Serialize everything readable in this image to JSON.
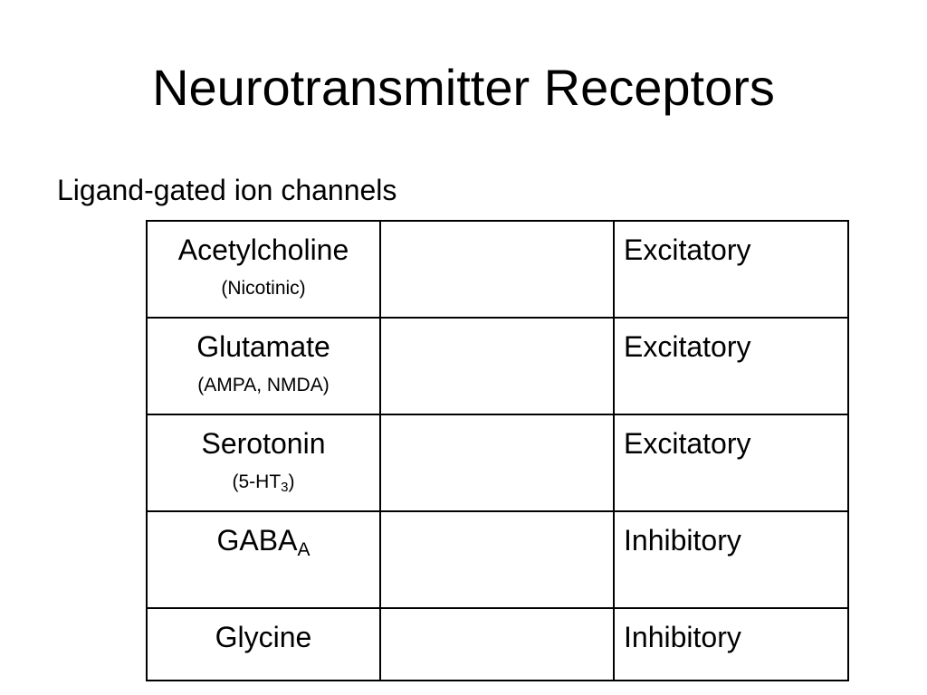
{
  "slide": {
    "title": "Neurotransmitter Receptors",
    "subtitle": "Ligand-gated ion channels"
  },
  "table": {
    "rows": [
      {
        "name": "Acetylcholine",
        "name_sub": "",
        "detail": "(Nicotinic)",
        "detail_sub": "",
        "detail_suffix": "",
        "middle": "",
        "effect": "Excitatory"
      },
      {
        "name": "Glutamate",
        "name_sub": "",
        "detail": "(AMPA, NMDA)",
        "detail_sub": "",
        "detail_suffix": "",
        "middle": "",
        "effect": "Excitatory"
      },
      {
        "name": "Serotonin",
        "name_sub": "",
        "detail": "(5-HT",
        "detail_sub": "3",
        "detail_suffix": ")",
        "middle": "",
        "effect": "Excitatory"
      },
      {
        "name": "GABA",
        "name_sub": "A",
        "detail": "",
        "detail_sub": "",
        "detail_suffix": "",
        "middle": "",
        "effect": "Inhibitory"
      },
      {
        "name": "Glycine",
        "name_sub": "",
        "detail": "",
        "detail_sub": "",
        "detail_suffix": "",
        "middle": "",
        "effect": "Inhibitory"
      }
    ]
  }
}
